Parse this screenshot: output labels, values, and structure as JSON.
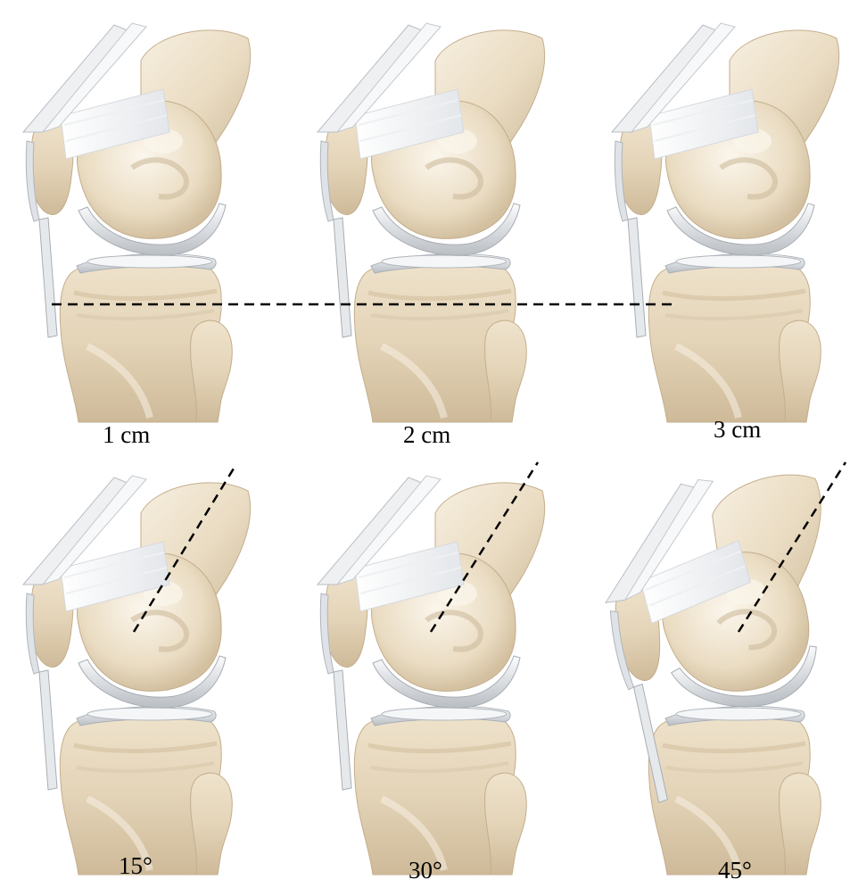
{
  "figure": {
    "top_row": {
      "captions": [
        "1 cm",
        "2 cm",
        "3 cm"
      ]
    },
    "bottom_row": {
      "captions": [
        "15°",
        "30°",
        "45°"
      ]
    }
  },
  "colors": {
    "bone": "#ece0c9",
    "bone_shadow": "#cdbb9c",
    "bone_highlight": "#fbf6ec",
    "cartilage": "#e9ecef",
    "cartilage_shadow": "#b9bec4",
    "guide_line": "#000000"
  }
}
